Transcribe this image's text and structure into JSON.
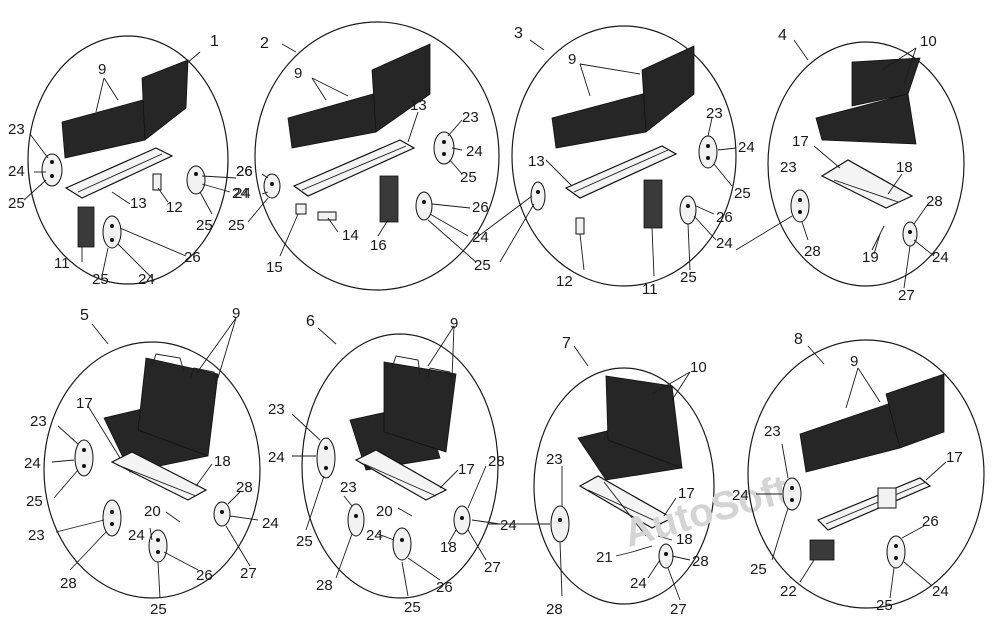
{
  "watermark": "AutoSoft",
  "groups": {
    "g1": {
      "title": "1",
      "labels": {
        "a": "9",
        "b": "23",
        "c": "24",
        "d": "25",
        "e": "13",
        "f": "12",
        "g": "26",
        "h": "24",
        "i": "25",
        "j": "11",
        "k": "25",
        "l": "24",
        "m": "26"
      }
    },
    "g2": {
      "title": "2",
      "labels": {
        "a": "9",
        "b": "13",
        "c": "23",
        "d": "24",
        "e": "25",
        "f": "26",
        "g": "24",
        "h": "25",
        "i": "16",
        "j": "14",
        "k": "15",
        "l": "26",
        "m": "24",
        "n": "25"
      }
    },
    "g3": {
      "title": "3",
      "labels": {
        "a": "9",
        "b": "23",
        "c": "24",
        "d": "25",
        "e": "13",
        "f": "12",
        "g": "11",
        "h": "26",
        "i": "24",
        "j": "25"
      }
    },
    "g4": {
      "title": "4",
      "labels": {
        "a": "10",
        "b": "17",
        "c": "18",
        "d": "23",
        "e": "28",
        "f": "19",
        "g": "28",
        "h": "24",
        "i": "27"
      }
    },
    "g5": {
      "title": "5",
      "labels": {
        "a": "9",
        "b": "17",
        "c": "18",
        "d": "23",
        "e": "24",
        "f": "25",
        "g": "23",
        "h": "28",
        "i": "20",
        "j": "24",
        "k": "28",
        "l": "24",
        "m": "27",
        "n": "26",
        "o": "25"
      }
    },
    "g6": {
      "title": "6",
      "labels": {
        "a": "9",
        "b": "23",
        "c": "24",
        "d": "25",
        "e": "17",
        "f": "28",
        "g": "23",
        "h": "28",
        "i": "20",
        "j": "24",
        "k": "18",
        "l": "24",
        "m": "27",
        "n": "26",
        "o": "25"
      }
    },
    "g7": {
      "title": "7",
      "labels": {
        "a": "10",
        "b": "23",
        "c": "28",
        "d": "17",
        "e": "18",
        "f": "21",
        "g": "28",
        "h": "24",
        "i": "27"
      }
    },
    "g8": {
      "title": "8",
      "labels": {
        "a": "9",
        "b": "23",
        "c": "17",
        "d": "24",
        "e": "25",
        "f": "22",
        "g": "26",
        "h": "24",
        "i": "25"
      }
    }
  }
}
